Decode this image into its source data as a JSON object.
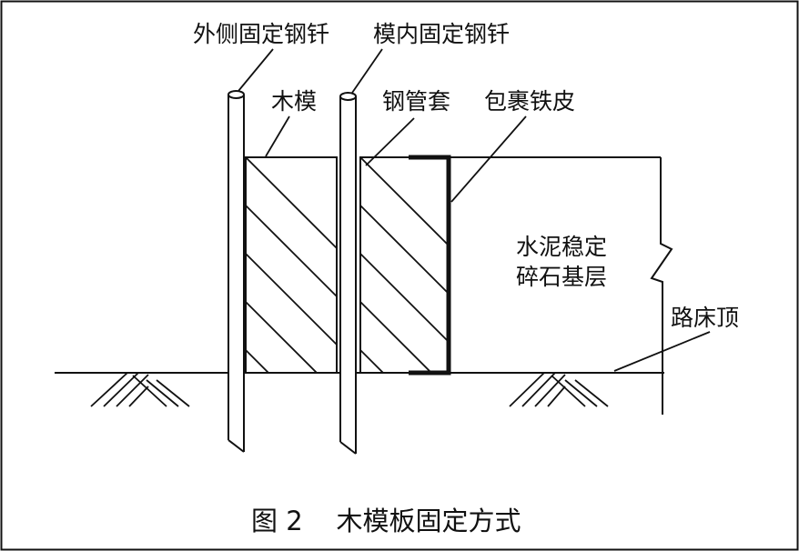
{
  "labels": {
    "outer_stake": "外侧固定钢钎",
    "inner_stake": "模内固定钢钎",
    "formwork": "木模",
    "steel_sleeve": "钢管套",
    "iron_wrap": "包裹铁皮",
    "base_line1": "水泥稳定",
    "base_line2": "碎石基层",
    "subgrade_top": "路床顶"
  },
  "caption": "图 2    木模板固定方式",
  "colors": {
    "ink": "#111111",
    "background": "#ffffff"
  }
}
